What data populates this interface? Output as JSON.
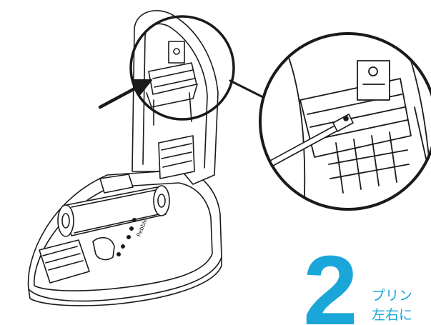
{
  "colors": {
    "accent": "#1aa6d9",
    "line": "#1a1a1a",
    "shade": "#d9d9d9"
  },
  "illustration": {
    "printer_logo": "Pebble",
    "icons": [
      "printer-illustration-icon",
      "pointer-arrow-icon",
      "screwdriver-icon",
      "magnifier-circle-icon"
    ]
  },
  "step": {
    "number": "2",
    "line1": "プリン",
    "line2": "左右に"
  }
}
